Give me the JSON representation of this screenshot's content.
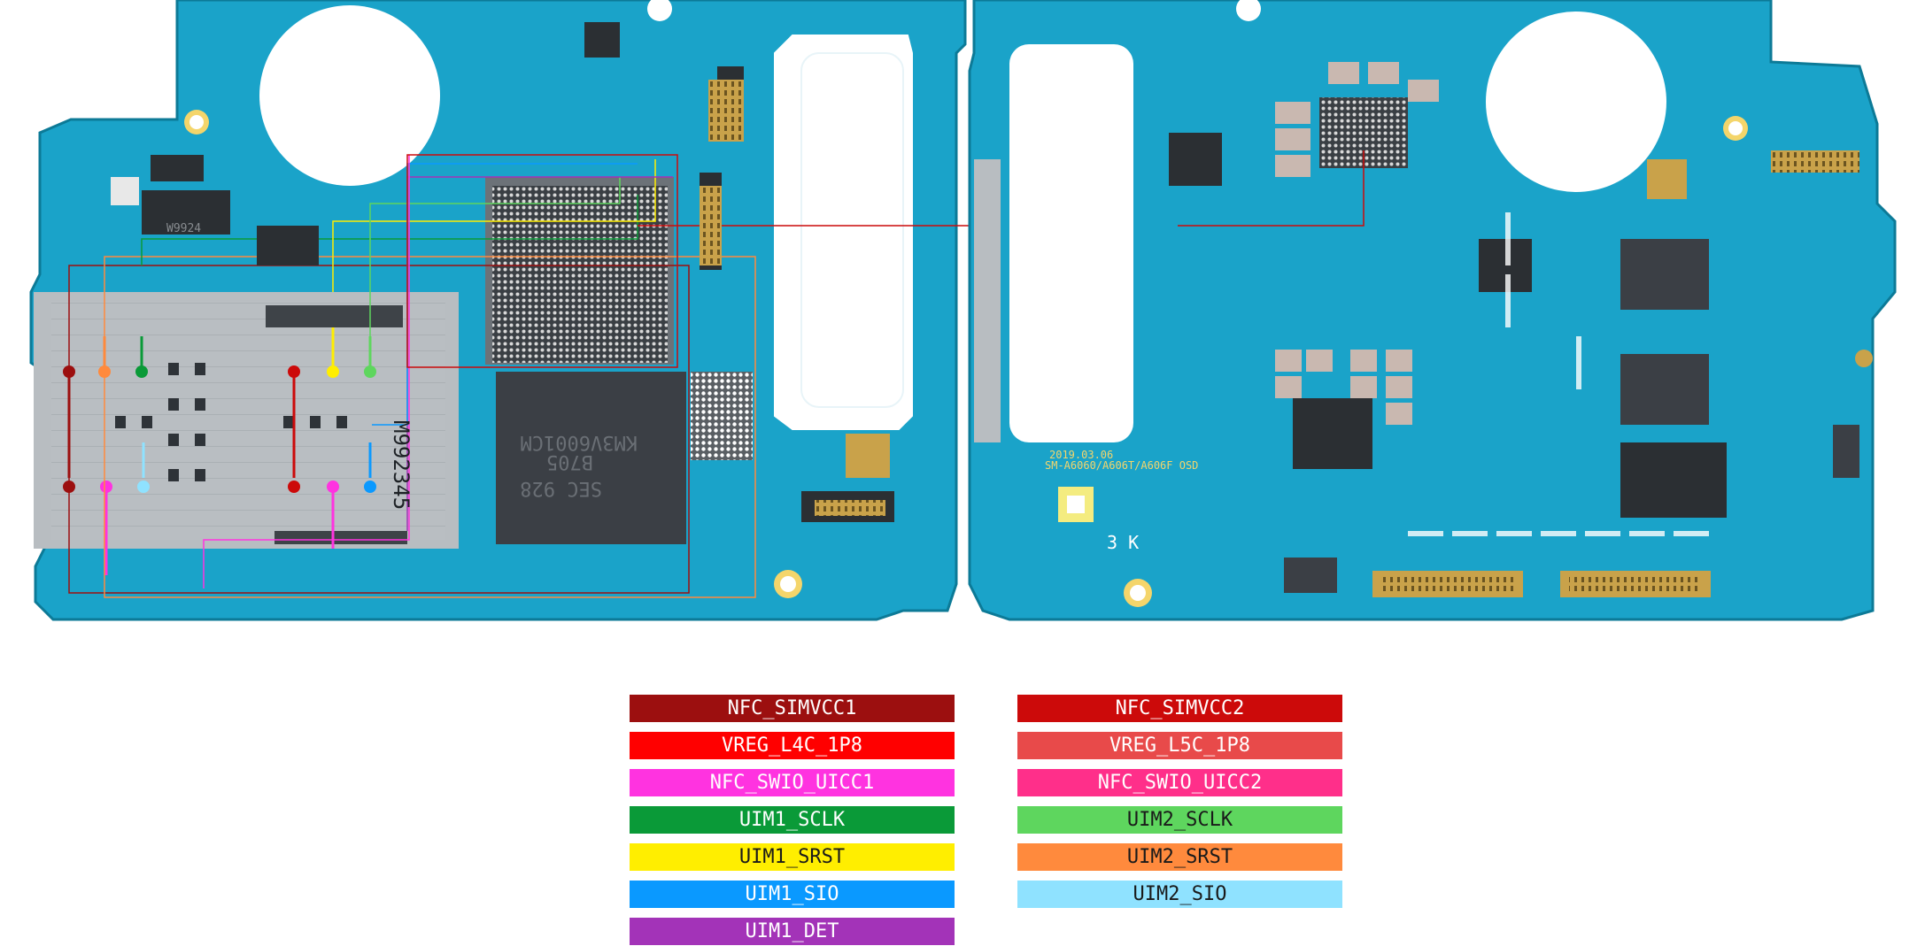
{
  "board": {
    "silk_date": "2019.03.06",
    "silk_model": "SM-A6060/A606T/A606F OSD",
    "silk_3k": "3 K",
    "chip_texts": [
      "KM3V6001CM",
      "B705",
      "SEC 928",
      "W9924",
      "M992345"
    ]
  },
  "legend": {
    "left": [
      {
        "label": "NFC_SIMVCC1",
        "color": "#9c0f0f",
        "text_color": "#ffffff"
      },
      {
        "label": "VREG_L4C_1P8",
        "color": "#ff0000",
        "text_color": "#ffffff"
      },
      {
        "label": "NFC_SWIO_UICC1",
        "color": "#ff33e0",
        "text_color": "#ffffff"
      },
      {
        "label": "UIM1_SCLK",
        "color": "#0a9a38",
        "text_color": "#ffffff"
      },
      {
        "label": "UIM1_SRST",
        "color": "#ffee00",
        "text_color": "#1a1a1a"
      },
      {
        "label": "UIM1_SIO",
        "color": "#0a99ff",
        "text_color": "#ffffff"
      },
      {
        "label": "UIM1_DET",
        "color": "#a333b8",
        "text_color": "#ffffff"
      }
    ],
    "right": [
      {
        "label": "NFC_SIMVCC2",
        "color": "#cc0a0a",
        "text_color": "#ffffff"
      },
      {
        "label": "VREG_L5C_1P8",
        "color": "#e84a4a",
        "text_color": "#ffffff"
      },
      {
        "label": "NFC_SWIO_UICC2",
        "color": "#ff2f8a",
        "text_color": "#ffffff"
      },
      {
        "label": "UIM2_SCLK",
        "color": "#5ed65e",
        "text_color": "#1a1a1a"
      },
      {
        "label": "UIM2_SRST",
        "color": "#ff8a3d",
        "text_color": "#1a1a1a"
      },
      {
        "label": "UIM2_SIO",
        "color": "#8fe2ff",
        "text_color": "#1a1a1a"
      }
    ]
  }
}
